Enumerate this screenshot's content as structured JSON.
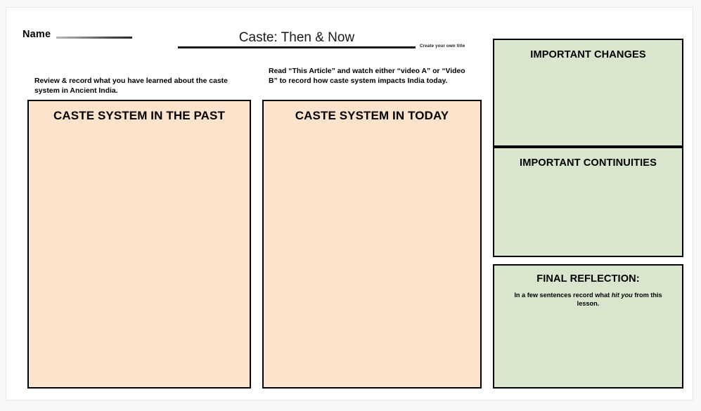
{
  "header": {
    "name_label": "Name",
    "name_line": "name-write-in-line",
    "title": "Caste: Then & Now",
    "title_hint": "Create your own title"
  },
  "instructions": {
    "left": "Review & record what you have learned about the caste system in Ancient India.",
    "right": "Read “This Article” and watch either “video A” or “Video B” to record how caste system impacts India today."
  },
  "boxes": {
    "past": {
      "title": "CASTE SYSTEM IN THE PAST",
      "fill": "#fce3cc"
    },
    "today": {
      "title": "CASTE SYSTEM IN TODAY",
      "fill": "#fce3cc"
    },
    "changes": {
      "title": "IMPORTANT CHANGES",
      "fill": "#d7e6cd"
    },
    "continuities": {
      "title": "IMPORTANT CONTINUITIES",
      "fill": "#d7e6cd"
    },
    "reflection": {
      "title": "FINAL REFLECTION:",
      "subtitle_prefix": "In a few sentences record what ",
      "subtitle_emphasis": "hit you",
      "subtitle_suffix": " from this lesson.",
      "fill": "#d7e6cd"
    }
  },
  "colors": {
    "page_background": "#ffffff",
    "app_background": "#f7f8fa",
    "border": "#000000",
    "peach": "#fce3cc",
    "green": "#d7e6cd"
  }
}
